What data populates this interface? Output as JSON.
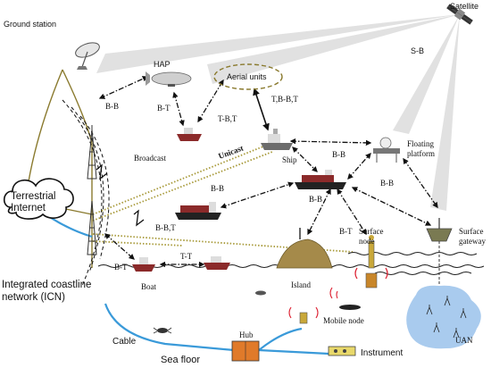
{
  "colors": {
    "satellite_beam": "#d8d8d8",
    "backbone": "#8a7a2e",
    "cable": "#3a9ad9",
    "unicast": "#a89a3a",
    "link": "#111111",
    "water": "#222222",
    "uan_blob": "#a9cbee",
    "hub": "#e07a2a"
  },
  "labels": {
    "satellite": "Satellite",
    "ground_station": "Ground station",
    "hap": "HAP",
    "aerial_units": "Aerial units",
    "s_b": "S-B",
    "b_b_left": "B-B",
    "b_t_hap": "B-T",
    "t_b_t_hap": "T-B,T",
    "t_b_b_t": "T,B-B,T",
    "broadcast": "Broadcast",
    "unicast": "Unicast",
    "ship": "Ship",
    "floating_platform": "Floating\nplatform",
    "b_b_ship_platform": "B-B",
    "b_b_mid": "B-B",
    "b_b_ship2": "B-B",
    "b_b_platform_gw": "B-B",
    "b_b_t_boat": "B-B,T",
    "b_t_center": "B-T",
    "b_t_left": "B-T",
    "t_t": "T-T",
    "terrestrial_internet": "Terrestrial\nInternet",
    "surface_node": "Surface\nnode",
    "surface_gateway": "Surface\ngateway",
    "boat": "Boat",
    "island": "Island",
    "icn": "Integrated coastline\nnetwork (ICN)",
    "mobile_node": "Mobile node",
    "hub": "Hub",
    "cable": "Cable",
    "sea_floor": "Sea floor",
    "instrument": "Instrument",
    "uan": "UAN"
  }
}
